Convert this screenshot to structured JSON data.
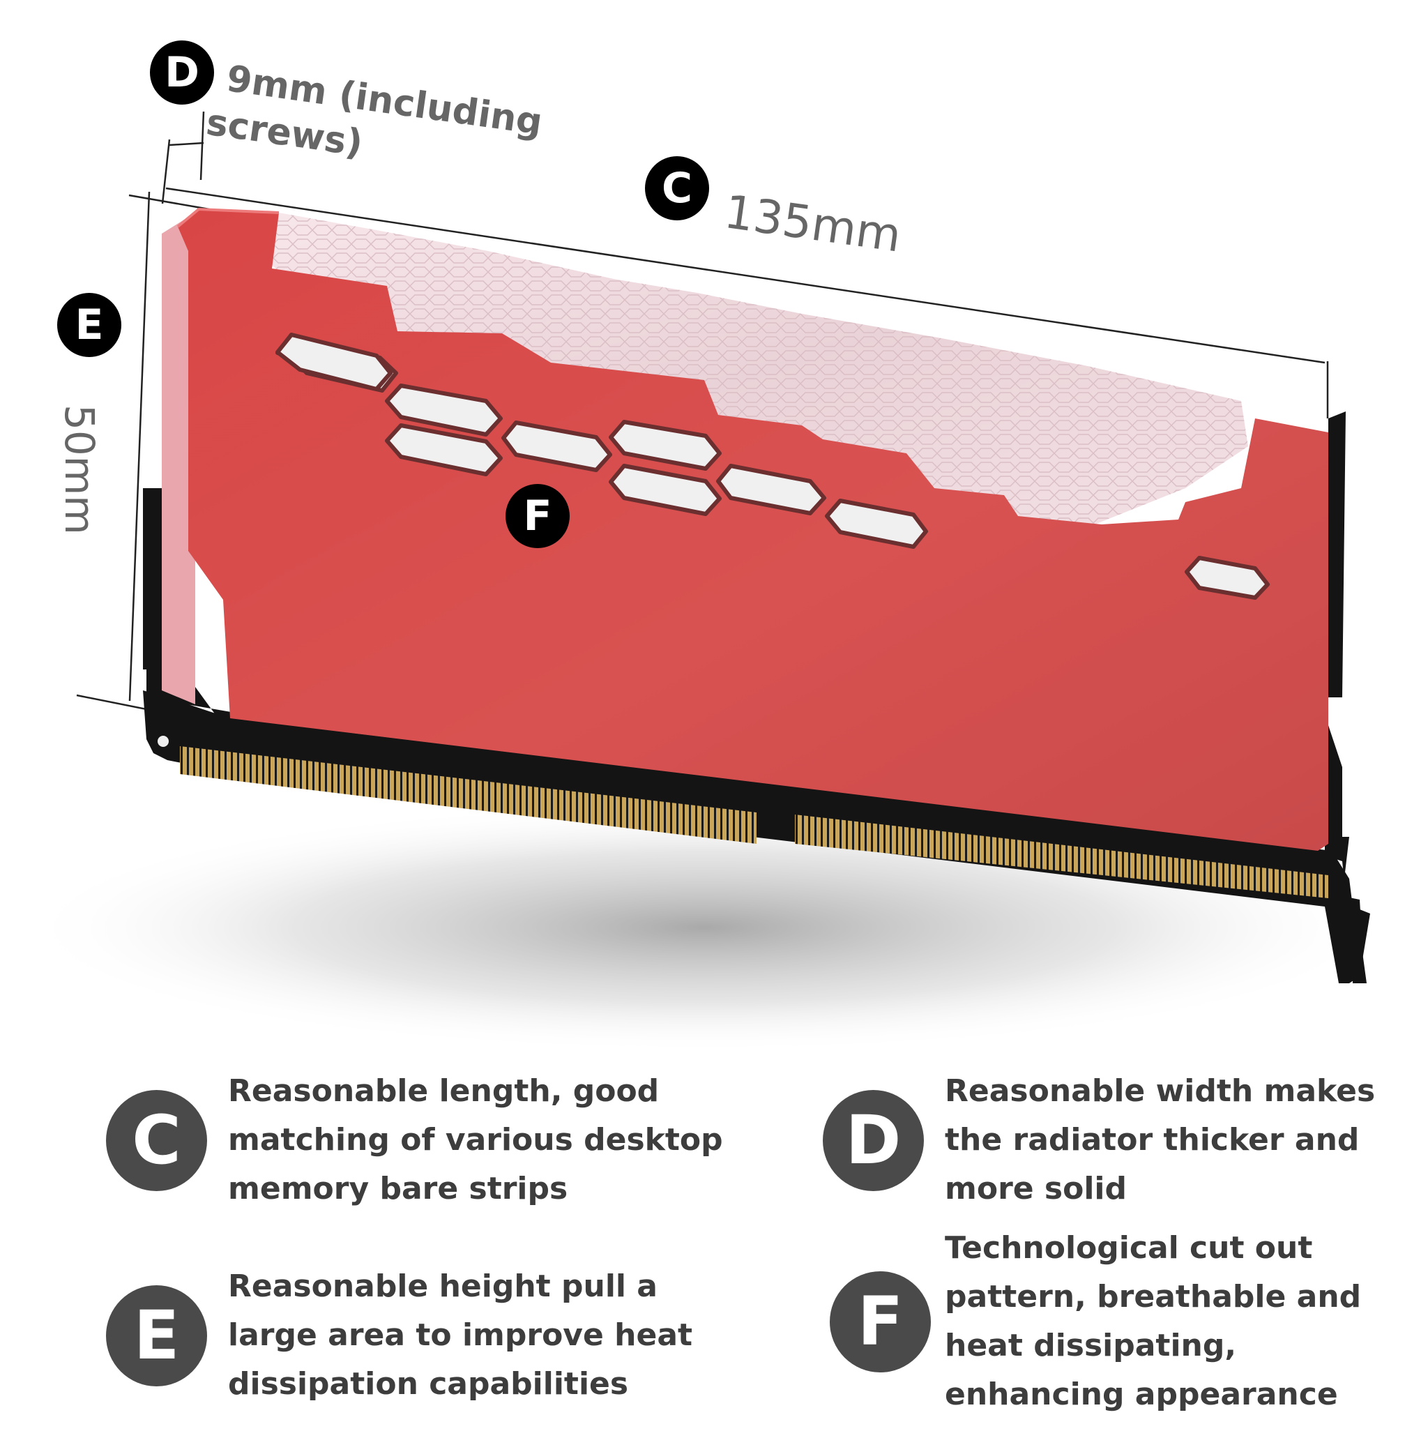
{
  "dimensions": {
    "depth": {
      "badge": "D",
      "label_line1": "9mm (including",
      "label_line2": "screws)"
    },
    "length": {
      "badge": "C",
      "label": "135mm"
    },
    "height": {
      "badge": "E",
      "label": "50mm"
    },
    "pattern": {
      "badge": "F"
    }
  },
  "features": [
    {
      "badge": "C",
      "lines": [
        "Reasonable length, good",
        "matching of various desktop",
        "memory bare strips"
      ]
    },
    {
      "badge": "D",
      "lines": [
        "Reasonable width makes",
        "the radiator thicker and",
        "more solid"
      ]
    },
    {
      "badge": "E",
      "lines": [
        "Reasonable height pull a",
        "large area to improve heat",
        "dissipation capabilities"
      ]
    },
    {
      "badge": "F",
      "lines": [
        "Technological cut out",
        "pattern, breathable and",
        "heat dissipating,",
        "enhancing appearance"
      ]
    }
  ],
  "colors": {
    "heatsink": "#d84a48",
    "pcb": "#141414",
    "gold_pins": "#c9a75a",
    "badge_small": "#000000",
    "badge_large": "#4a4a4a",
    "dimension_text": "#666666"
  }
}
